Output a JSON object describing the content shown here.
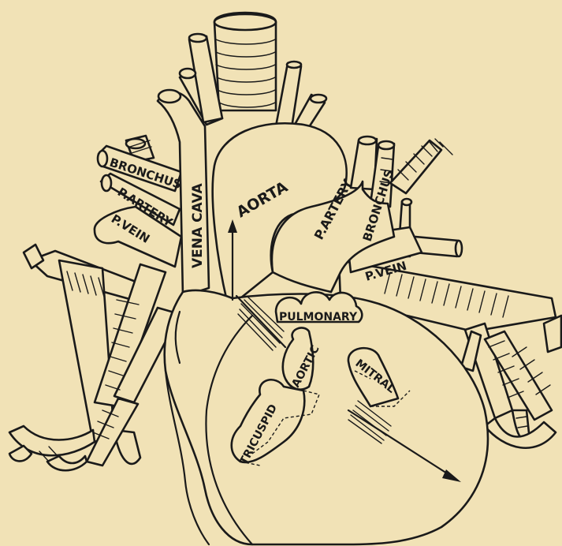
{
  "labels": {
    "vena_cava": "VENA CAVA",
    "aorta": "AORTA",
    "bronchus_left": "BRONCHUS",
    "p_artery_left": "P.ARTERY",
    "p_vein_left": "P.VEIN",
    "p_artery_right": "P.ARTERY",
    "bronchus_right": "BRONCHUS",
    "p_vein_right": "P.VEIN",
    "pulmonary": "PULMONARY",
    "aortic": "AORTIC",
    "mitral": "MITRAL",
    "tricuspid": "TRICUSPID"
  },
  "colors": {
    "background": "#f1e2b6",
    "ink": "#1a1a1a"
  }
}
